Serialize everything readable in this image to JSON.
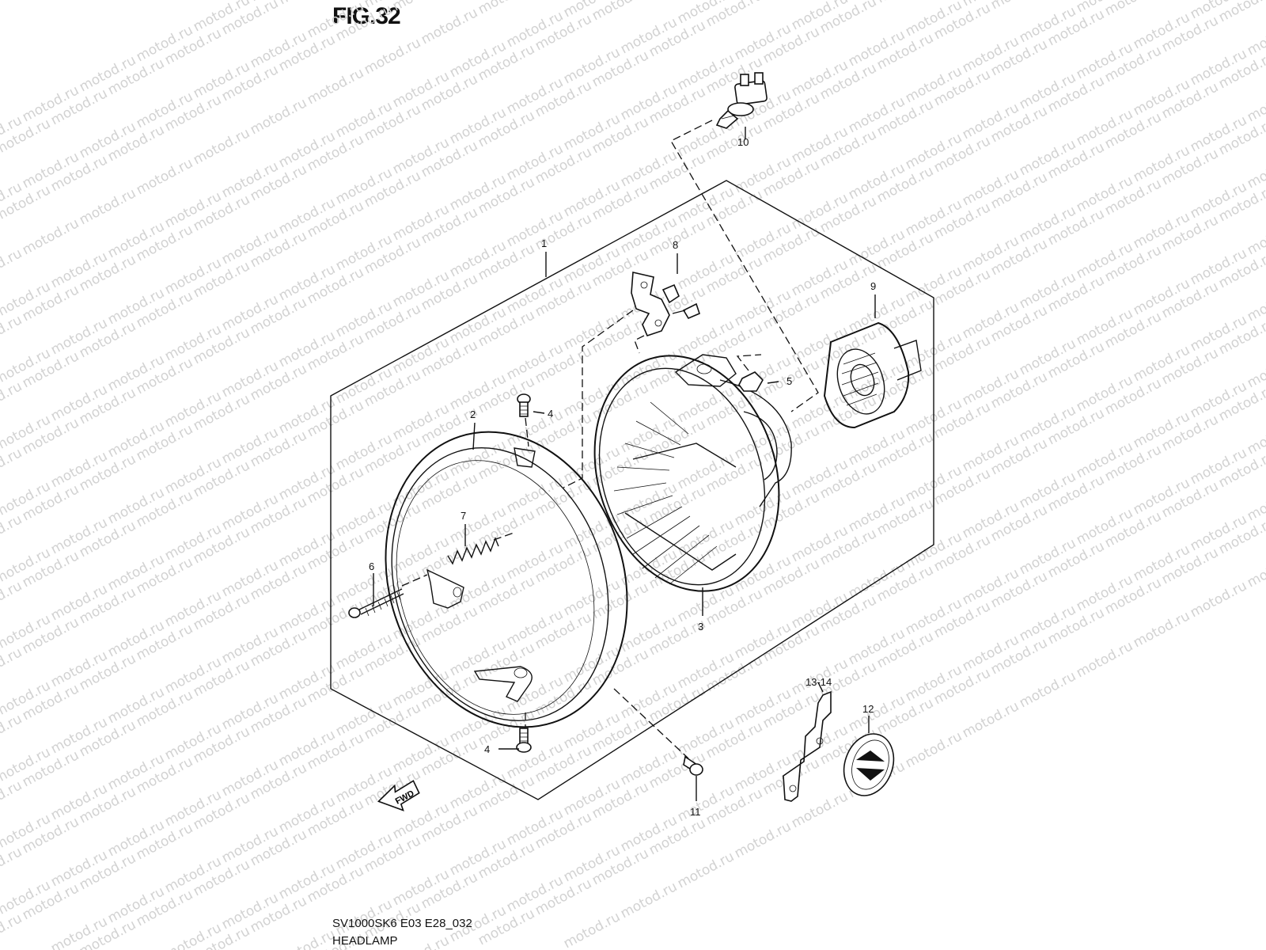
{
  "figure": {
    "title": "FIG.32"
  },
  "footer": {
    "model_code": "SV1000SK6 E03 E28_032",
    "caption": "HEADLAMP"
  },
  "watermark": {
    "text": "motod.ru",
    "color": "#d2d2d2"
  },
  "direction_arrow": {
    "label": "FWD"
  },
  "callouts": {
    "c1": "1",
    "c2": "2",
    "c3": "3",
    "c4a": "4",
    "c4b": "4",
    "c5": "5",
    "c6": "6",
    "c7": "7",
    "c8": "8",
    "c9": "9",
    "c10": "10",
    "c11": "11",
    "c12": "12",
    "c13_14": "13-14"
  }
}
